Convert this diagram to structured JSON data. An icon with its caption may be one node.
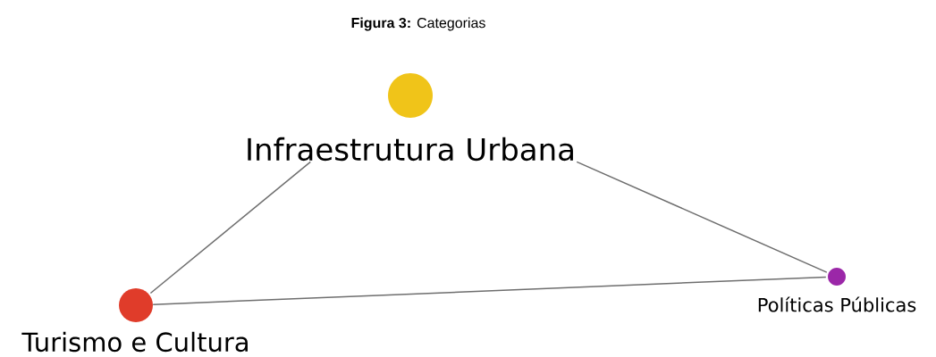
{
  "diagram": {
    "title": "**Figura 3:** Categorias",
    "nodes": [
      {
        "text": [
          "Infraestrutura Urbana"
        ]
      },
      {
        "text": [
          "Turismo e Cultura"
        ]
      },
      {
        "text": [
          "Políticas Públicas"
        ]
      }
    ],
    "edges": [
      {
        "from": 0,
        "to": 1,
        "arrow": "none"
      },
      {
        "from": 0,
        "to": 2,
        "arrow": "none"
      },
      {
        "from": 1,
        "to": 2,
        "arrow": "none"
      }
    ]
  }
}
